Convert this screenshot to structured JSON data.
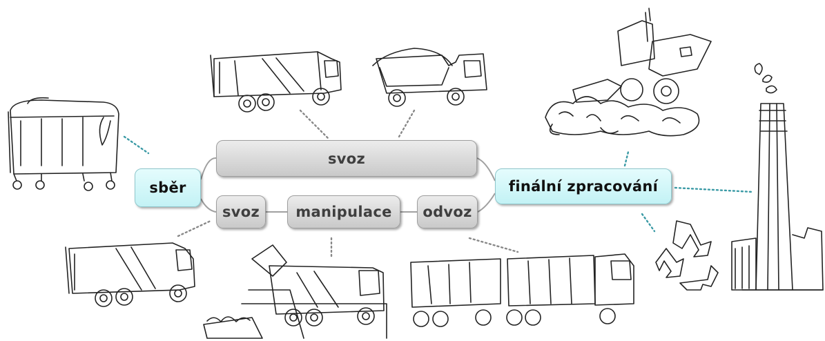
{
  "nodes": {
    "sber": "sběr",
    "svoz_top": "svoz",
    "svoz_bottom": "svoz",
    "manipulace": "manipulace",
    "odvoz": "odvoz",
    "final": "finální zpracování"
  },
  "colors": {
    "node_gray": "#d9d9d9",
    "node_cyan": "#cdf6f8",
    "connector": "#a0a0a0",
    "dotted_leader": "#3a9aa5",
    "sketch_ink": "#222222"
  },
  "illustrations": [
    "waste-container",
    "garbage-truck",
    "skip-loader-truck",
    "landfill-compactor",
    "incinerator-chimney",
    "recycling-symbol",
    "garbage-truck-small",
    "transfer-station-truck",
    "truck-with-trailer"
  ]
}
